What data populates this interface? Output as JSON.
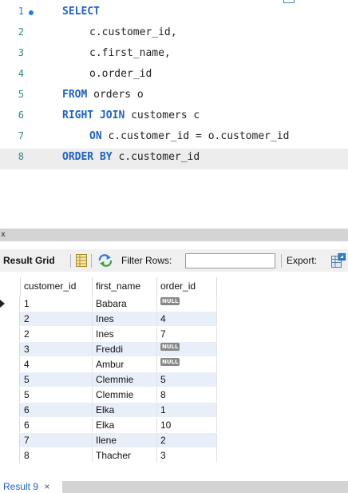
{
  "editor": {
    "lines": [
      {
        "num": "1",
        "tokens": [
          {
            "t": "SELECT",
            "kw": true
          }
        ]
      },
      {
        "num": "2",
        "tokens": [
          {
            "t": "c.customer_id,",
            "kw": false
          }
        ]
      },
      {
        "num": "3",
        "tokens": [
          {
            "t": "c.first_name,",
            "kw": false
          }
        ]
      },
      {
        "num": "4",
        "tokens": [
          {
            "t": "o.order_id",
            "kw": false
          }
        ]
      },
      {
        "num": "5",
        "tokens": [
          {
            "t": "FROM",
            "kw": true
          },
          {
            "t": " orders o",
            "kw": false
          }
        ]
      },
      {
        "num": "6",
        "tokens": [
          {
            "t": "RIGHT JOIN",
            "kw": true
          },
          {
            "t": " customers c",
            "kw": false
          }
        ]
      },
      {
        "num": "7",
        "tokens": [
          {
            "t": "ON",
            "kw": true
          },
          {
            "t": " c.customer_id = o.customer_id",
            "kw": false
          }
        ]
      },
      {
        "num": "8",
        "tokens": [
          {
            "t": "ORDER BY",
            "kw": true
          },
          {
            "t": " c.customer_id",
            "kw": false
          }
        ]
      }
    ]
  },
  "panel": {
    "close_label": "x"
  },
  "toolbar": {
    "result_grid_label": "Result Grid",
    "filter_label": "Filter Rows:",
    "filter_value": "",
    "export_label": "Export:"
  },
  "grid": {
    "columns": [
      "customer_id",
      "first_name",
      "order_id"
    ],
    "null_text": "NULL",
    "rows": [
      {
        "customer_id": "1",
        "first_name": "Babara",
        "order_id": null
      },
      {
        "customer_id": "2",
        "first_name": "Ines",
        "order_id": "4"
      },
      {
        "customer_id": "2",
        "first_name": "Ines",
        "order_id": "7"
      },
      {
        "customer_id": "3",
        "first_name": "Freddi",
        "order_id": null
      },
      {
        "customer_id": "4",
        "first_name": "Ambur",
        "order_id": null
      },
      {
        "customer_id": "5",
        "first_name": "Clemmie",
        "order_id": "5"
      },
      {
        "customer_id": "5",
        "first_name": "Clemmie",
        "order_id": "8"
      },
      {
        "customer_id": "6",
        "first_name": "Elka",
        "order_id": "1"
      },
      {
        "customer_id": "6",
        "first_name": "Elka",
        "order_id": "10"
      },
      {
        "customer_id": "7",
        "first_name": "Ilene",
        "order_id": "2"
      },
      {
        "customer_id": "8",
        "first_name": "Thacher",
        "order_id": "3"
      }
    ]
  },
  "result_tab": {
    "label": "Result 9",
    "close_label": "×"
  },
  "colors": {
    "keyword": "#1f62c2",
    "line_number": "#2b8a8a",
    "row_alt": "#e8eff9",
    "null_badge": "#888888"
  },
  "icons": {
    "line_marker": "breakpoint-dot-icon",
    "grid_toggle": "grid-layout-icon",
    "filter": "filter-arrows-icon",
    "export": "export-icon"
  }
}
